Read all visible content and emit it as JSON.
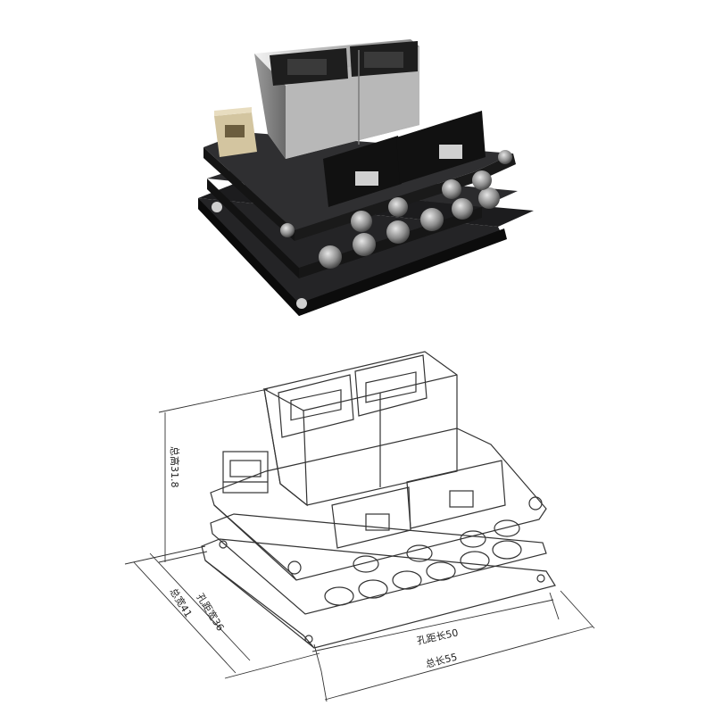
{
  "render": {
    "title": "",
    "description": ""
  },
  "drawing": {
    "dimensions": {
      "total_height": "总高31.8",
      "hole_spacing_width": "孔距宽36",
      "total_width": "总宽41",
      "hole_spacing_length": "孔距长50",
      "total_length": "总长55"
    }
  },
  "colors": {
    "pcb_top": "#2a2a2c",
    "pcb_side": "#151516",
    "metal_light": "#d8d8d8",
    "metal_mid": "#a8a8a8",
    "metal_dark": "#5a5a5a",
    "connector_beige": "#cdbf9a",
    "line_art": "#333333"
  }
}
